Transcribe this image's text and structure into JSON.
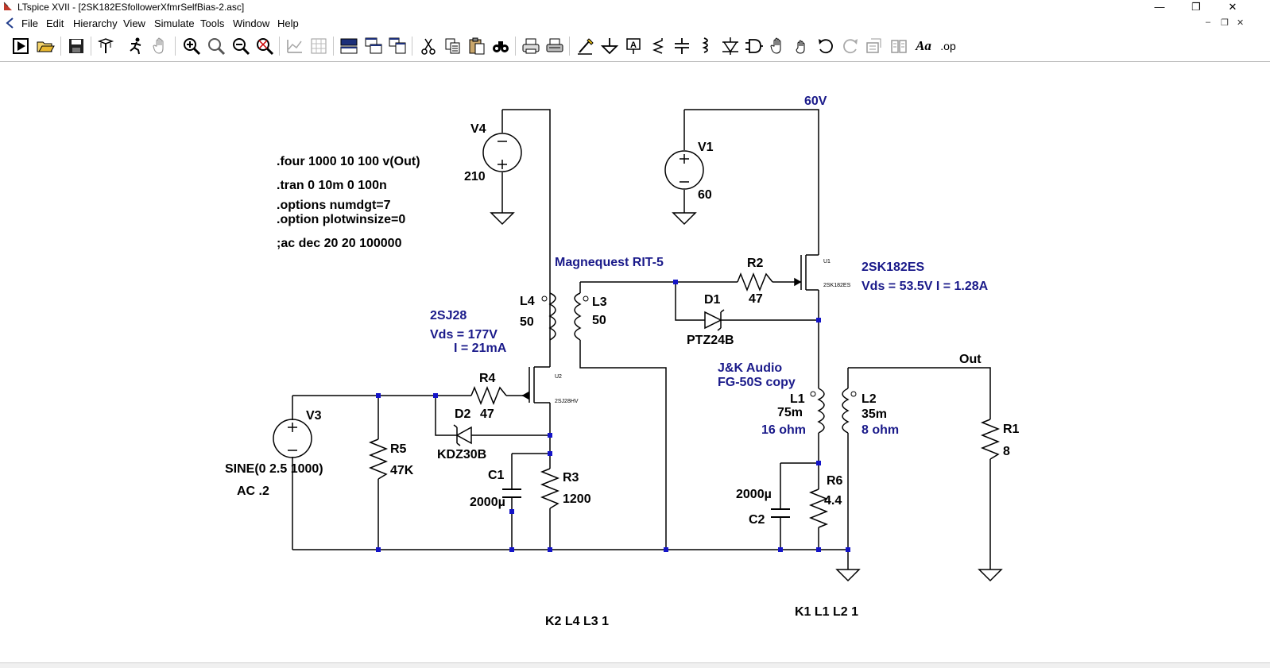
{
  "window": {
    "title": "LTspice XVII - [2SK182ESfollowerXfmrSelfBias-2.asc]",
    "minimize": "—",
    "restore": "❐",
    "close": "✕"
  },
  "menu": {
    "items": [
      "File",
      "Edit",
      "Hierarchy",
      "View",
      "Simulate",
      "Tools",
      "Window",
      "Help"
    ],
    "doc_minimize": "–",
    "doc_restore": "❐",
    "doc_close": "✕"
  },
  "toolbar": {
    "buttons": [
      "run-icon",
      "open-icon",
      "save-icon",
      "control-panel-icon",
      "halt-icon",
      "pan-icon",
      "zoom-in-icon",
      "zoom-rubber-icon",
      "zoom-out-icon",
      "zoom-fit-icon",
      "autorange-icon",
      "grid-icon",
      "tile-horizontal-icon",
      "cascade-icon",
      "tile-vertical-icon",
      "cut-icon",
      "copy-icon",
      "paste-icon",
      "find-icon",
      "print-icon",
      "print-setup-icon",
      "wire-icon",
      "ground-icon",
      "label-net-icon",
      "resistor-icon",
      "capacitor-icon",
      "inductor-icon",
      "diode-icon",
      "component-icon",
      "move-icon",
      "drag-icon",
      "undo-icon",
      "redo-icon",
      "rotate-icon",
      "mirror-icon",
      "text-icon",
      "spice-directive-icon"
    ],
    "spice_directive_label": ".op",
    "text_label": "Aa"
  },
  "schematic": {
    "directives": {
      "four": ".four 1000 10 100 v(Out)",
      "tran": ".tran 0 10m 0 100n",
      "numdgt": ".options numdgt=7",
      "plotwin": ".option plotwinsize=0",
      "ac": ";ac dec 20 20 100000"
    },
    "v4": {
      "name": "V4",
      "value": "210"
    },
    "v1": {
      "name": "V1",
      "value": "60"
    },
    "v3": {
      "name": "V3",
      "value": "SINE(0 2.5 1000)",
      "ac": "AC .2"
    },
    "net_60v": "60V",
    "net_out": "Out",
    "transformer1": {
      "label": "Magnequest RIT-5"
    },
    "l4": {
      "name": "L4",
      "value": "50"
    },
    "l3": {
      "name": "L3",
      "value": "50"
    },
    "q_2sj28": {
      "note": "2SJ28",
      "vds": "Vds = 177V",
      "i": "I = 21mA",
      "ref": "U2",
      "part": "2SJ28HV"
    },
    "q_2sk182": {
      "note": "2SK182ES",
      "vds_i": "Vds = 53.5V I = 1.28A",
      "ref": "U1",
      "part": "2SK182ES"
    },
    "r2": {
      "name": "R2",
      "value": "47"
    },
    "d1": {
      "name": "D1",
      "value": "PTZ24B"
    },
    "r4": {
      "name": "R4",
      "value": "47"
    },
    "d2": {
      "name": "D2",
      "value": "KDZ30B"
    },
    "r5": {
      "name": "R5",
      "value": "47K"
    },
    "r3": {
      "name": "R3",
      "value": "1200"
    },
    "c1": {
      "name": "C1",
      "value": "2000µ"
    },
    "transformer2": {
      "label_line1": "J&K Audio",
      "label_line2": "FG-50S copy"
    },
    "l1": {
      "name": "L1",
      "value": "75m",
      "note": "16 ohm"
    },
    "l2": {
      "name": "L2",
      "value": "35m",
      "note": "8 ohm"
    },
    "r6": {
      "name": "R6",
      "value": "4.4"
    },
    "c2": {
      "name": "C2",
      "value": "2000µ"
    },
    "r1": {
      "name": "R1",
      "value": "8"
    },
    "k2": "K2 L4 L3 1",
    "k1": "K1 L1 L2 1"
  },
  "colors": {
    "wire": "#000000",
    "junction": "#1414c8",
    "blue_text": "#1a1a8a",
    "symbol": "#000000"
  }
}
